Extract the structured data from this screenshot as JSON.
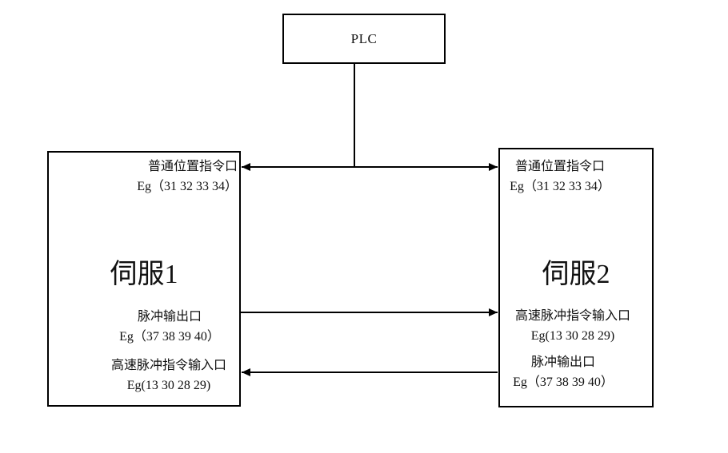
{
  "plc": {
    "label": "PLC"
  },
  "servo1": {
    "title": "伺服1",
    "port_position_cmd": {
      "line1": "普通位置指令口",
      "line2": "Eg（31 32 33 34）"
    },
    "port_pulse_out": {
      "line1": "脉冲输出口",
      "line2": "Eg（37 38 39 40）"
    },
    "port_hs_pulse_in": {
      "line1": "高速脉冲指令输入口",
      "line2": "Eg(13 30 28 29)"
    }
  },
  "servo2": {
    "title": "伺服2",
    "port_position_cmd": {
      "line1": "普通位置指令口",
      "line2": "Eg（31 32 33 34）"
    },
    "port_hs_pulse_in": {
      "line1": "高速脉冲指令输入口",
      "line2": "Eg(13 30 28 29)"
    },
    "port_pulse_out": {
      "line1": "脉冲输出口",
      "line2": "Eg（37 38 39 40）"
    }
  },
  "connectors": [
    {
      "name": "plc-command-bus",
      "between": "servo1 ↔ servo2 (joined to PLC drop line)",
      "direction": "bidirectional"
    },
    {
      "name": "servo1-pulse-to-servo2",
      "between": "servo1 脉冲输出口 → servo2 高速脉冲指令输入口",
      "direction": "right"
    },
    {
      "name": "servo2-pulse-to-servo1",
      "between": "servo2 脉冲输出口 → servo1 高速脉冲指令输入口",
      "direction": "left"
    }
  ],
  "colors": {
    "line": "#000000",
    "background": "#ffffff",
    "text": "#111111"
  }
}
